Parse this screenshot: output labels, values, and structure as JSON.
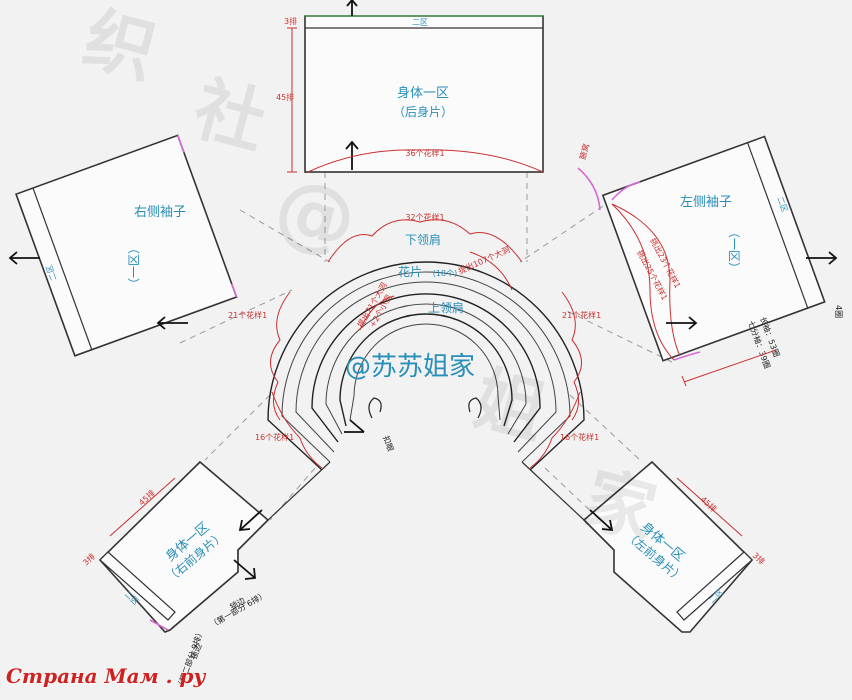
{
  "pieces": {
    "back": {
      "title": "身体一区",
      "subtitle": "（后身片）",
      "top_zone": "二区",
      "rows_label": "45排",
      "edge_rows": "3排",
      "bottom_pattern": "36个花样1"
    },
    "right_sleeve": {
      "title": "右侧袖子",
      "zone": "（一区）",
      "side_zone": "二区"
    },
    "left_sleeve": {
      "title": "左侧袖子",
      "zone": "（一区）",
      "side_zone": "二区",
      "edge_rows": "4圈",
      "length_long": "长袖：53圈",
      "length_mid": "七分袖：39圈",
      "pick_up_1": "挑出23个花样1",
      "pick_up_2": "挑出25个花样1"
    },
    "right_front": {
      "title": "身体一区",
      "subtitle": "（右前身片）",
      "zone": "二区",
      "rows_label": "45排",
      "edge_rows": "3排"
    },
    "left_front": {
      "title": "身体一区",
      "subtitle": "（左前身片）",
      "zone": "二区",
      "rows_label": "45排",
      "edge_rows": "3排"
    }
  },
  "yoke": {
    "lower_shoulder": "下领肩",
    "flower_piece": "花片",
    "flower_count": "(18个)",
    "upper_shoulder": "上领肩",
    "top_pattern": "32个花样1",
    "left_upper_pattern": "21个花样1",
    "right_upper_pattern": "21个花样1",
    "left_lower_pattern": "16个花样1",
    "right_lower_pattern": "16个花样1",
    "pick_big": "提出107个大洞",
    "pick_small_1": "提出71个大洞",
    "pick_small_2": "+2个小洞"
  },
  "notes": {
    "armpit": "腋窝",
    "button_band": "扣眼",
    "edge_1": "锁边",
    "edge_1_detail": "（第一部分  6排）",
    "edge_2": "锁边",
    "edge_2_detail": "（第二部分  9排）"
  },
  "credit": "@苏苏姐家",
  "footer": "Страна Мам . ру"
}
